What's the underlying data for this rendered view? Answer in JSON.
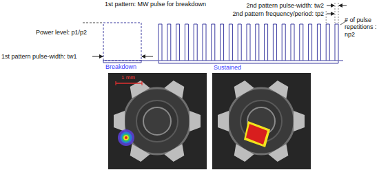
{
  "diagram": {
    "labels": [
      "1st pattern: MW pulse for breakdown",
      "Power level: p1/p2",
      "1st pattern pulse-width: tw1",
      "2nd pattern pulse-width: tw2",
      "2nd pattern frequency/period: tp2",
      "# of pulse repetitions : np2",
      "Breakdown",
      "Sustained",
      "1 mm"
    ]
  }
}
